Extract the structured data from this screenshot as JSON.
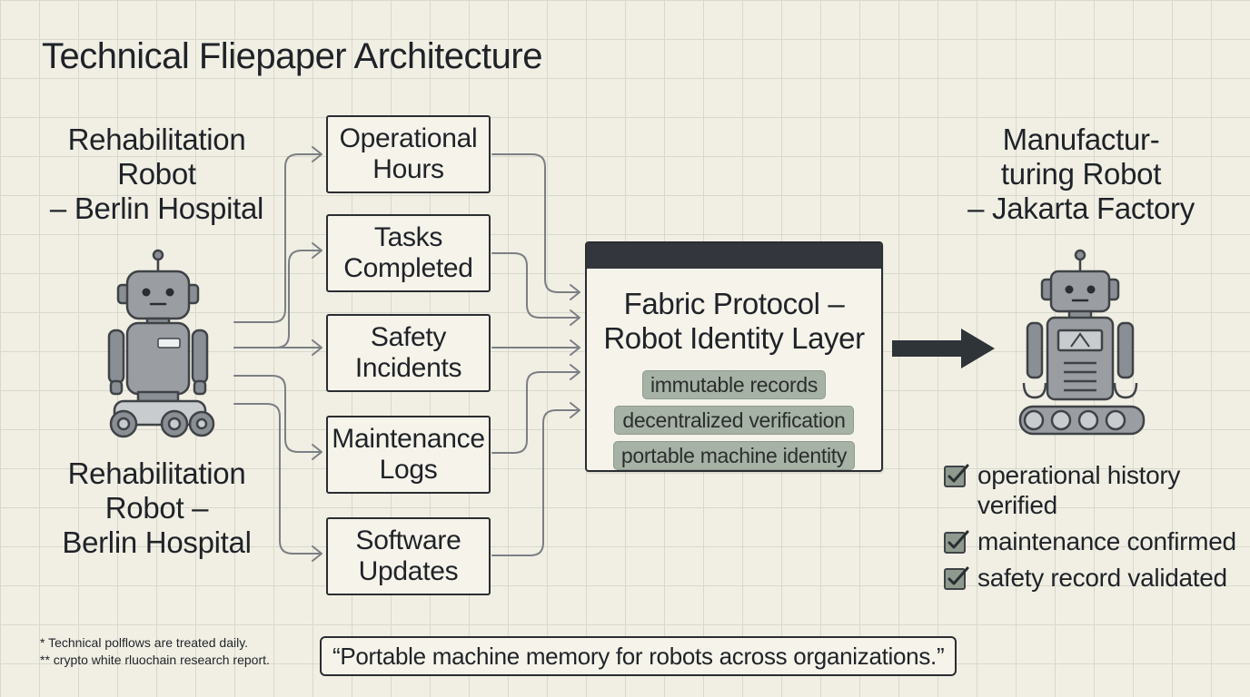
{
  "title": "Technical Fliepaper Architecture",
  "left_robot": {
    "label_top": [
      "Rehabilitation",
      "Robot",
      "– Berlin Hospital"
    ],
    "label_bottom": [
      "Rehabilitation",
      "Robot –",
      "Berlin Hospital"
    ],
    "icon": "rehabilitation-robot-icon"
  },
  "data_boxes": [
    {
      "lines": [
        "Operational",
        "Hours"
      ]
    },
    {
      "lines": [
        "Tasks",
        "Completed"
      ]
    },
    {
      "lines": [
        "Safety",
        "Incidents"
      ]
    },
    {
      "lines": [
        "Maintenance",
        "Logs"
      ]
    },
    {
      "lines": [
        "Software",
        "Updates"
      ]
    }
  ],
  "protocol": {
    "title_lines": [
      "Fabric Protocol –",
      "Robot Identity Layer"
    ],
    "tags": [
      "immutable records",
      "decentralized verification",
      "portable machine identity"
    ]
  },
  "right_robot": {
    "label": [
      "Manufactur-",
      "turing Robot",
      "– Jakarta Factory"
    ],
    "icon": "manufacturing-robot-icon"
  },
  "checks": [
    {
      "lines": [
        "operational history",
        "verified"
      ]
    },
    {
      "lines": [
        "maintenance confirmed"
      ]
    },
    {
      "lines": [
        "safety record validated"
      ]
    }
  ],
  "footnotes": [
    "* Technical polflows are treated daily.",
    "** crypto white rluochain research report."
  ],
  "quote": "“Portable machine memory for robots across organizations.”",
  "colors": {
    "background": "#f1efe4",
    "ink": "#2a2d31",
    "tag": "#a7b2a6",
    "robot": "#8a8f95"
  }
}
